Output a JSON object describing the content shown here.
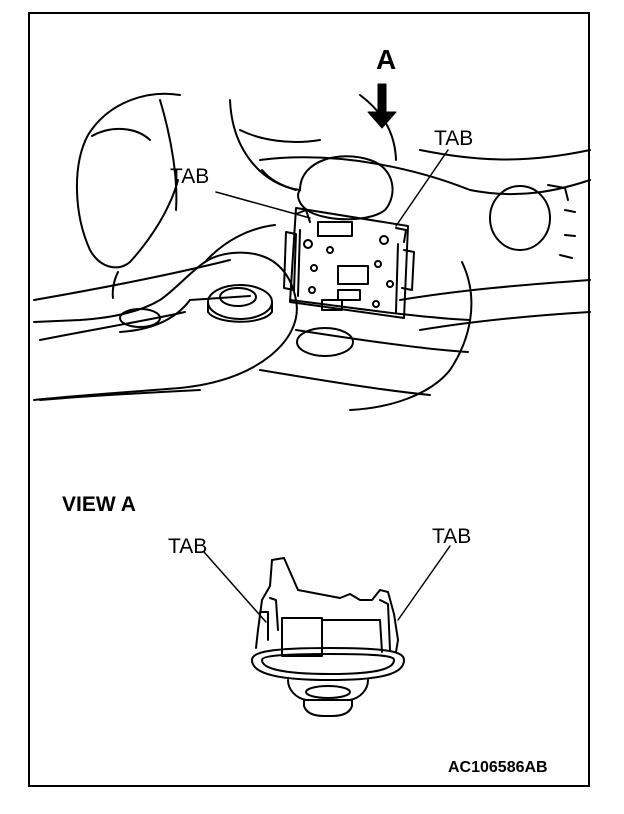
{
  "labels": {
    "arrow_view": "A",
    "tab": "TAB",
    "view_title": "VIEW A",
    "figure_code": "AC106586AB"
  },
  "colors": {
    "ink": "#000000",
    "paper": "#ffffff"
  }
}
